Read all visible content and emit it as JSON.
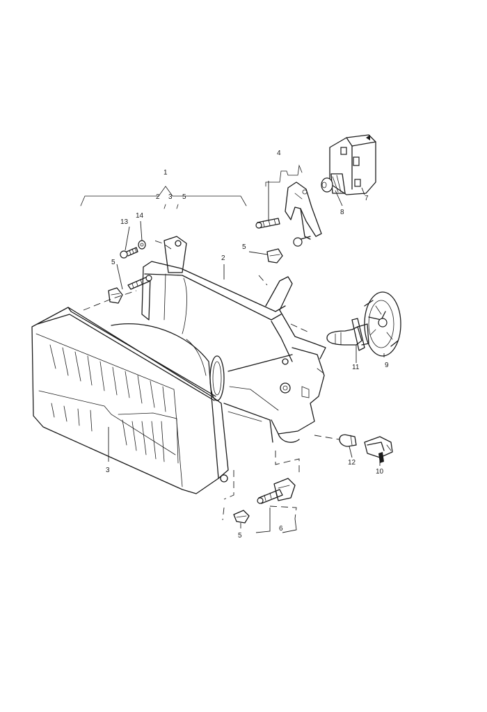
{
  "callouts": [
    {
      "id": "c1",
      "label": "1"
    },
    {
      "id": "c1a",
      "label": "2"
    },
    {
      "id": "c1b",
      "label": "3"
    },
    {
      "id": "c1c",
      "label": "5"
    },
    {
      "id": "c2",
      "label": "2"
    },
    {
      "id": "c3",
      "label": "3"
    },
    {
      "id": "c4",
      "label": "4"
    },
    {
      "id": "c5a",
      "label": "5"
    },
    {
      "id": "c5b",
      "label": "5"
    },
    {
      "id": "c5c",
      "label": "5"
    },
    {
      "id": "c6",
      "label": "6"
    },
    {
      "id": "c7",
      "label": "7"
    },
    {
      "id": "c8",
      "label": "8"
    },
    {
      "id": "c9",
      "label": "9"
    },
    {
      "id": "c10",
      "label": "10"
    },
    {
      "id": "c11",
      "label": "11"
    },
    {
      "id": "c12",
      "label": "12"
    },
    {
      "id": "c13",
      "label": "13"
    },
    {
      "id": "c14",
      "label": "14"
    }
  ]
}
